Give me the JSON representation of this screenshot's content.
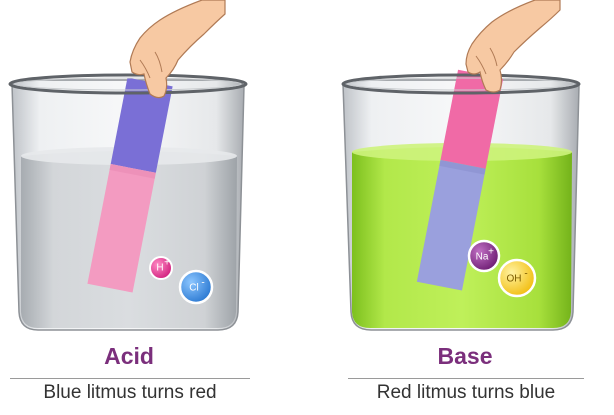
{
  "left": {
    "title": "Acid",
    "caption": "Blue litmus turns red",
    "liquid_color": "#c9cdd1",
    "strip_top_color": "#7a6fd6",
    "strip_bottom_color": "#f39bc1",
    "ions": [
      {
        "label": "H",
        "charge": "+",
        "color": "#e0358f"
      },
      {
        "label": "Cl",
        "charge": "-",
        "color": "#3d8fe0"
      }
    ]
  },
  "right": {
    "title": "Base",
    "caption": "Red litmus turns blue",
    "liquid_color": "#a9e23c",
    "strip_top_color": "#f06aa6",
    "strip_bottom_color": "#9aa0dd",
    "ions": [
      {
        "label": "Na",
        "charge": "+",
        "color": "#8b2a8e"
      },
      {
        "label": "OH",
        "charge": "-",
        "color": "#f5c518"
      }
    ]
  },
  "colors": {
    "title": "#7b2f7c",
    "caption": "#333333",
    "glass_rim": "#666666",
    "skin": "#f7c9a3"
  },
  "icons": [
    "hand-icon",
    "beaker-icon",
    "litmus-strip-icon",
    "ion-icon"
  ]
}
